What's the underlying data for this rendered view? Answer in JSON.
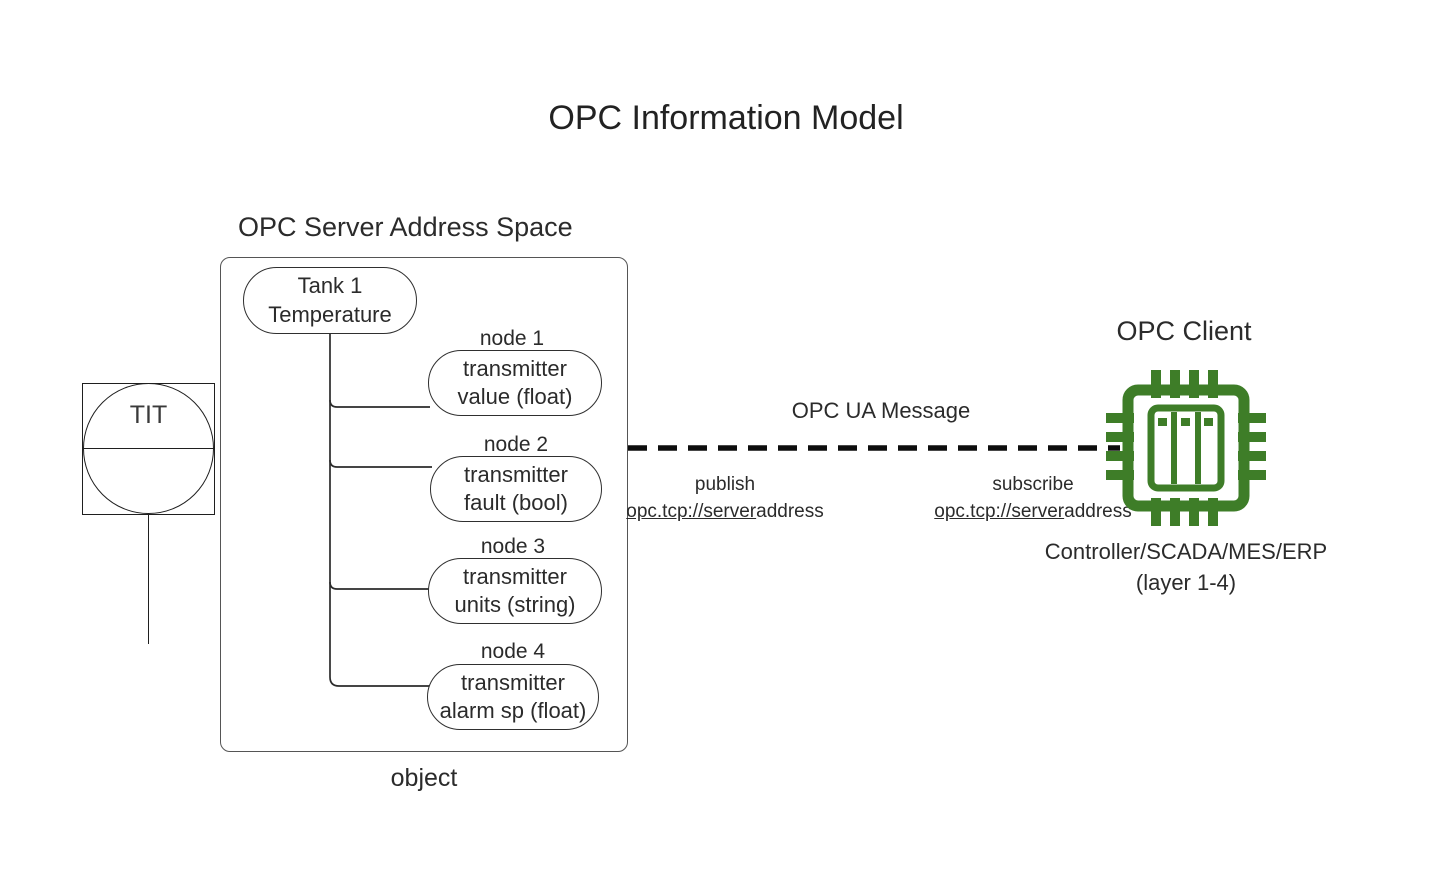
{
  "diagram": {
    "title": "OPC Information Model",
    "accent_green": "#3E7D28",
    "line_color": "#2b2b2b"
  },
  "server": {
    "section_label": "OPC Server Address Space",
    "object_label": "object",
    "root_node": {
      "line1": "Tank 1",
      "line2": "Temperature"
    },
    "nodes": [
      {
        "caption": "node 1",
        "line1": "transmitter",
        "line2": "value (float)"
      },
      {
        "caption": "node 2",
        "line1": "transmitter",
        "line2": "fault (bool)"
      },
      {
        "caption": "node 3",
        "line1": "transmitter",
        "line2": "units (string)"
      },
      {
        "caption": "node 4",
        "line1": "transmitter",
        "line2": "alarm sp (float)"
      }
    ]
  },
  "instrument": {
    "tag": "TIT"
  },
  "message": {
    "label": "OPC UA Message",
    "publish": {
      "verb": "publish",
      "uri_scheme": "opc.tcp://server",
      "uri_tail": "address"
    },
    "subscribe": {
      "verb": "subscribe",
      "uri_scheme": "opc.tcp://server",
      "uri_tail": "address"
    }
  },
  "client": {
    "label": "OPC Client",
    "sub_label": "Controller/SCADA/MES/ERP (layer 1-4)",
    "icon": "cpu-chip-icon"
  }
}
